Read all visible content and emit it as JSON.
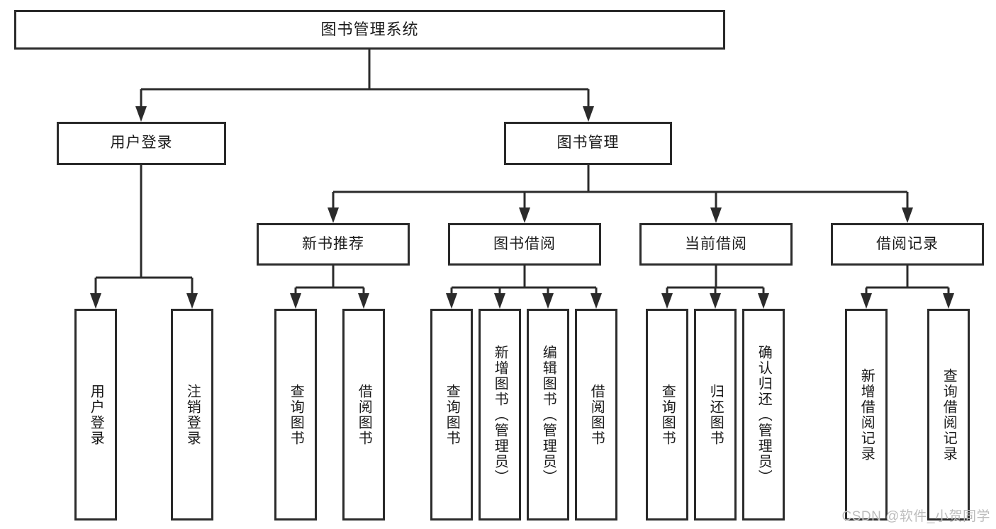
{
  "diagram": {
    "title": "图书管理系统",
    "type": "tree",
    "watermark": "CSDN @软件_小贺同学",
    "colors": {
      "stroke": "#2b2b2b",
      "background": "#ffffff",
      "text": "#1a1a1a",
      "watermark": "#bdbdbd"
    },
    "root": {
      "label": "图书管理系统"
    },
    "level2": [
      {
        "label": "用户登录"
      },
      {
        "label": "图书管理"
      }
    ],
    "level3": [
      {
        "label": "新书推荐"
      },
      {
        "label": "图书借阅"
      },
      {
        "label": "当前借阅"
      },
      {
        "label": "借阅记录"
      }
    ],
    "leaves": {
      "user_login": [
        {
          "label": "用户登录"
        },
        {
          "label": "注销登录"
        }
      ],
      "new_book": [
        {
          "label": "查询图书"
        },
        {
          "label": "借阅图书"
        }
      ],
      "borrow_book": [
        {
          "label": "查询图书"
        },
        {
          "label": "新增图书（管理员）"
        },
        {
          "label": "编辑图书（管理员）"
        },
        {
          "label": "借阅图书"
        }
      ],
      "current_borrow": [
        {
          "label": "查询图书"
        },
        {
          "label": "归还图书"
        },
        {
          "label": "确认归还（管理员）"
        }
      ],
      "borrow_record": [
        {
          "label": "新增借阅记录"
        },
        {
          "label": "查询借阅记录"
        }
      ]
    }
  }
}
